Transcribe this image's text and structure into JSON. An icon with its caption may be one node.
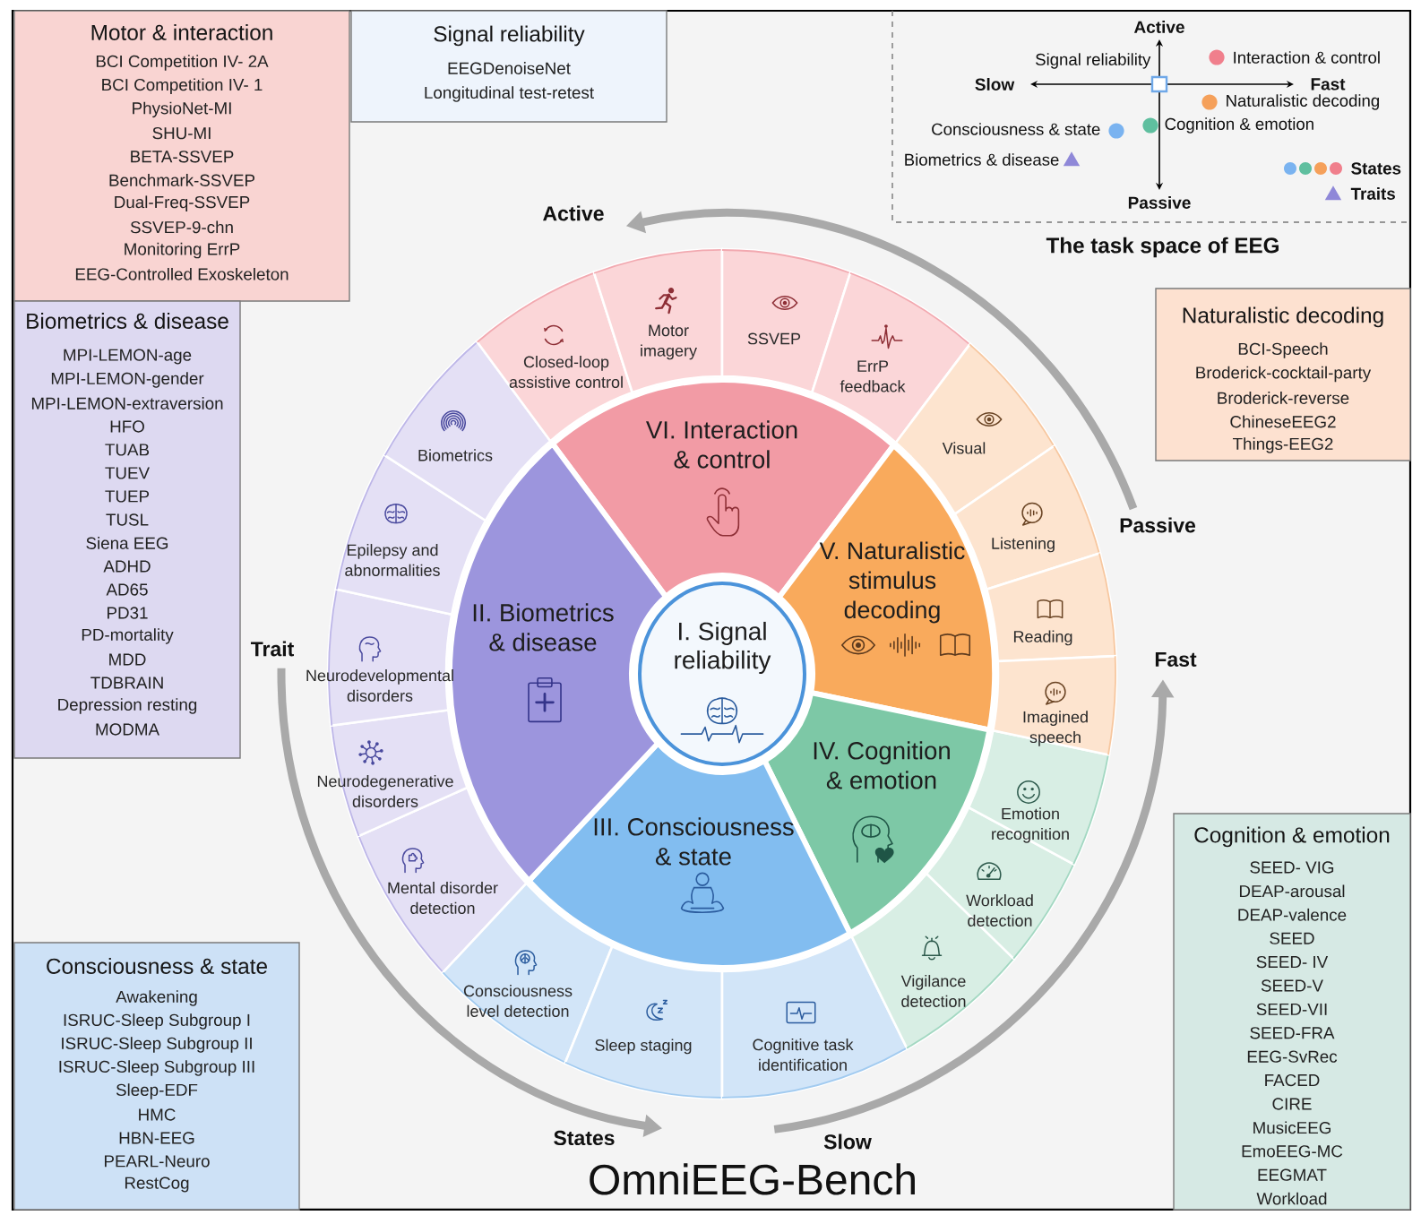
{
  "diagram": {
    "title": "OmniEEG-Bench",
    "nodes": [
      {
        "text": [
          "Motor & interaction",
          "BCI Competition IV- 2A",
          "BCI Competition IV- 1",
          "PhysioNet-MI",
          "SHU-MI",
          "BETA-SSVEP",
          "Benchmark-SSVEP",
          "Dual-Freq-SSVEP",
          "SSVEP-9-chn",
          "Monitoring ErrP",
          "EEG-Controlled Exoskeleton"
        ]
      },
      {
        "text": [
          "Signal reliability",
          "EEGDenoiseNet",
          "Longitudinal test-retest"
        ]
      },
      {
        "text": [
          "The task space of EEG"
        ]
      },
      {
        "text": [
          "Biometrics & disease",
          "MPI-LEMON-age",
          "MPI-LEMON-gender",
          "MPI-LEMON-extraversion",
          "HFO",
          "TUAB",
          "TUEV",
          "TUEP",
          "TUSL",
          "Siena EEG",
          "ADHD",
          "AD65",
          "PD31",
          "PD-mortality",
          "MDD",
          "TDBRAIN",
          "Depression resting",
          "MODMA"
        ]
      },
      {
        "text": [
          "Naturalistic decoding",
          "BCI-Speech",
          "Broderick-cocktail-party",
          "Broderick-reverse",
          "ChineseEEG2",
          "Things-EEG2"
        ]
      },
      {
        "text": [
          "Cognition & emotion",
          "SEED- VIG",
          "DEAP-arousal",
          "DEAP-valence",
          "SEED",
          "SEED- IV",
          "SEED-V",
          "SEED-VII",
          "SEED-FRA",
          "EEG-SvRec",
          "FACED",
          "CIRE",
          "MusicEEG",
          "EmoEEG-MC",
          "EEGMAT",
          "Workload"
        ]
      },
      {
        "text": [
          "Consciousness & state",
          "Awakening",
          "ISRUC-Sleep Subgroup I",
          "ISRUC-Sleep Subgroup II",
          "ISRUC-Sleep Subgroup III",
          "Sleep-EDF",
          "HMC",
          "HBN-EEG",
          "PEARL-Neuro",
          "RestCog"
        ]
      },
      {
        "text": [
          "I. Signal reliability"
        ]
      },
      {
        "text": [
          "VI. Interaction & control"
        ]
      },
      {
        "text": [
          "V. Naturalistic stimulus decoding"
        ]
      },
      {
        "text": [
          "IV. Cognition & emotion"
        ]
      },
      {
        "text": [
          "III. Consciousness & state"
        ]
      },
      {
        "text": [
          "II. Biometrics & disease"
        ]
      },
      {
        "text": [
          "Closed-loop assistive control"
        ]
      },
      {
        "text": [
          "Motor imagery"
        ]
      },
      {
        "text": [
          "SSVEP"
        ]
      },
      {
        "text": [
          "ErrP feedback"
        ]
      },
      {
        "text": [
          "Visual"
        ]
      },
      {
        "text": [
          "Listening"
        ]
      },
      {
        "text": [
          "Reading"
        ]
      },
      {
        "text": [
          "Imagined speech"
        ]
      },
      {
        "text": [
          "Emotion recognition"
        ]
      },
      {
        "text": [
          "Workload detection"
        ]
      },
      {
        "text": [
          "Vigilance detection"
        ]
      },
      {
        "text": [
          "Consciousness level detection"
        ]
      },
      {
        "text": [
          "Sleep staging"
        ]
      },
      {
        "text": [
          "Cognitive task identification"
        ]
      },
      {
        "text": [
          "Biometrics"
        ]
      },
      {
        "text": [
          "Epilepsy and abnormalities"
        ]
      },
      {
        "text": [
          "Neurodevelopmental disorders"
        ]
      },
      {
        "text": [
          "Neurodegenerative disorders"
        ]
      },
      {
        "text": [
          "Mental disorder detection"
        ]
      }
    ],
    "labels": [
      "Active",
      "Signal reliability",
      "Interaction & control",
      "Slow",
      "Fast",
      "Naturalistic decoding",
      "Consciousness & state",
      "Cognition & emotion",
      "Biometrics & disease",
      "Passive",
      "Active",
      "Passive",
      "Trait",
      "Fast",
      "States",
      "Slow"
    ],
    "legend": [
      {
        "text": "States"
      },
      {
        "text": "Traits"
      }
    ]
  }
}
